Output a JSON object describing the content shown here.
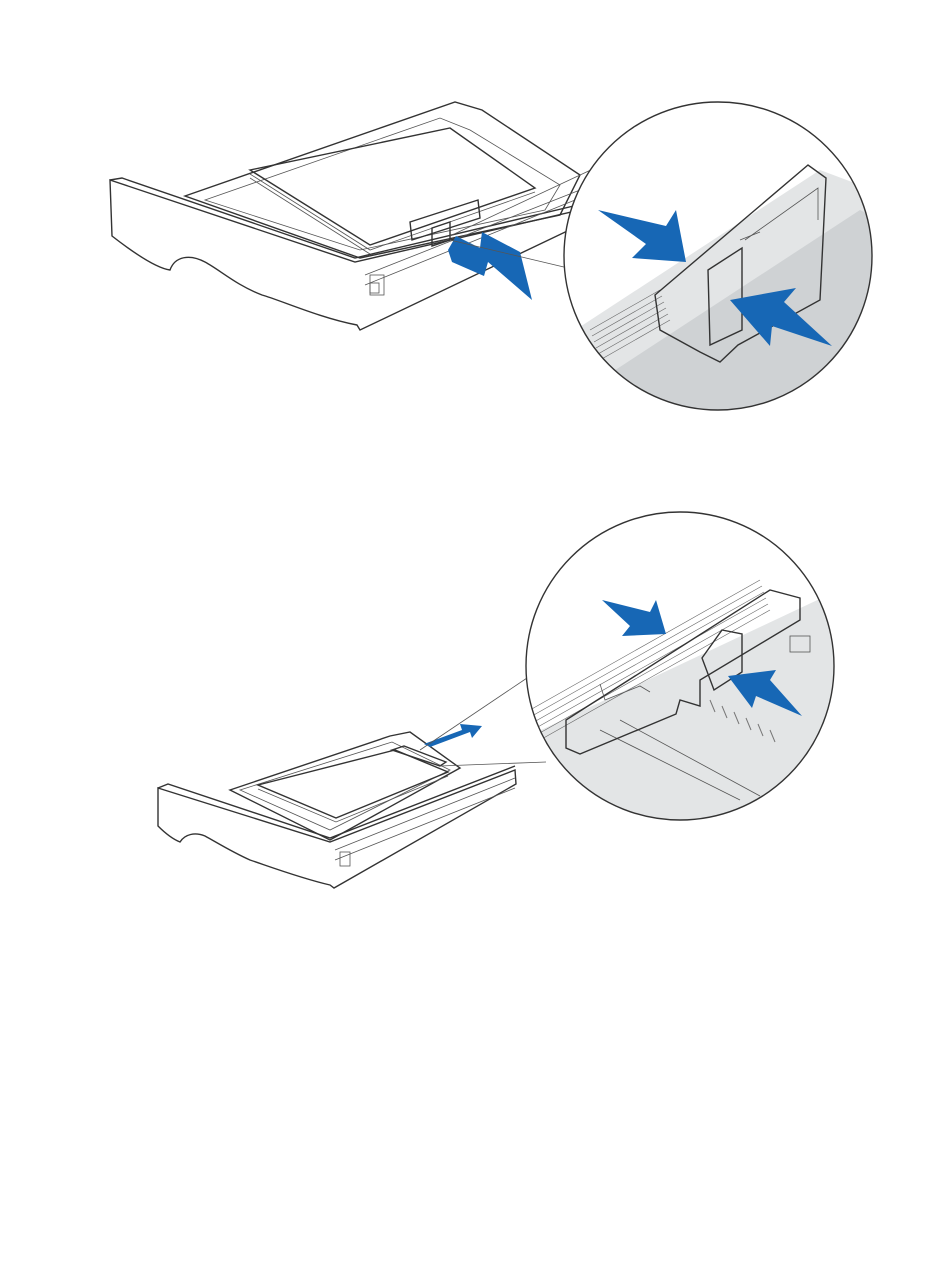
{
  "colors": {
    "tray": "#e3e5e6",
    "tray_shade": "#cfd2d4",
    "tray_dark": "#b9bcbf",
    "paper": "#ffffff",
    "guide": "#8b9bd8",
    "guide_dark": "#6877c2",
    "arrow": "#1767b5",
    "outline": "#333333",
    "background": "#ffffff"
  },
  "figures": [
    {
      "id": "width-guide",
      "icons": [
        "paper-tray",
        "width-guide",
        "push-arrow",
        "squeeze-arrow",
        "zoom-callout"
      ]
    },
    {
      "id": "length-guide",
      "icons": [
        "paper-tray",
        "length-guide",
        "push-arrow",
        "squeeze-arrow",
        "zoom-callout"
      ]
    }
  ]
}
